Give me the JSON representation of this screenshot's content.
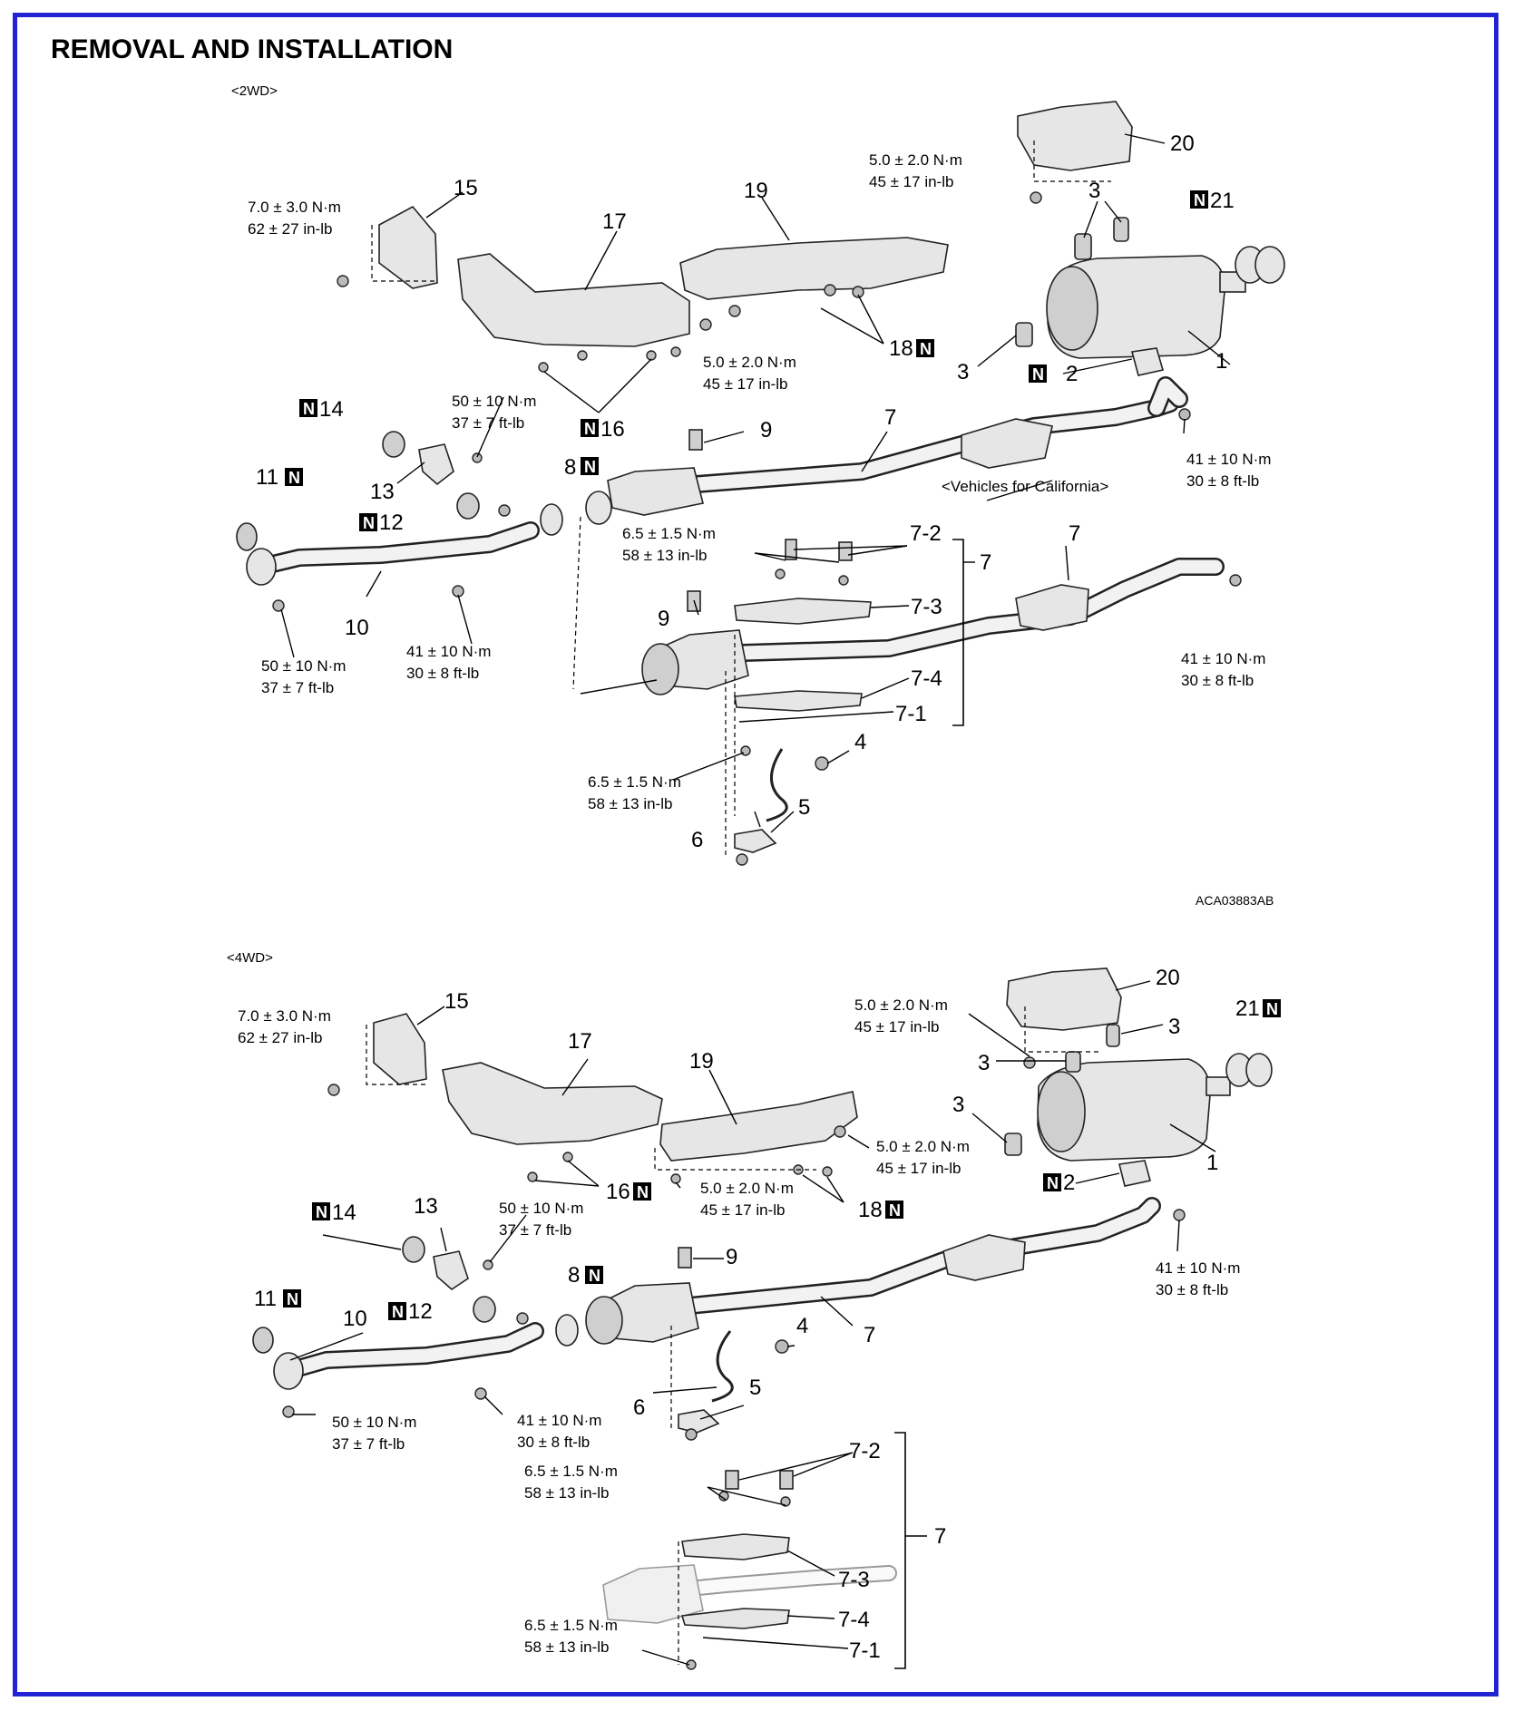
{
  "page": {
    "title": "REMOVAL AND INSTALLATION",
    "border_color": "#2323d6",
    "n_marker": "N"
  },
  "sections": {
    "twowd": {
      "label": "<2WD>",
      "figure_code": "ACA03883AB",
      "california_note": "<Vehicles for California>",
      "callouts": {
        "c1": "1",
        "c2": "2",
        "c3a": "3",
        "c3b": "3",
        "c4": "4",
        "c5": "5",
        "c6": "6",
        "c7a": "7",
        "c7b": "7",
        "c7c": "7",
        "c7_1": "7-1",
        "c7_2": "7-2",
        "c7_3": "7-3",
        "c7_4": "7-4",
        "c8": "8",
        "c9a": "9",
        "c9b": "9",
        "c10": "10",
        "c11": "11",
        "c12": "12",
        "c13": "13",
        "c14": "14",
        "c15": "15",
        "c16": "16",
        "c17": "17",
        "c18": "18",
        "c19": "19",
        "c20": "20",
        "c21": "21"
      },
      "torques": {
        "t15": [
          "7.0 ± 3.0 N·m",
          "62 ± 27 in-lb"
        ],
        "t20": [
          "5.0 ± 2.0 N·m",
          "45 ± 17 in-lb"
        ],
        "t17": [
          "5.0 ± 2.0 N·m",
          "45 ± 17 in-lb"
        ],
        "t13": [
          "50 ± 10 N·m",
          "37 ± 7 ft-lb"
        ],
        "t2": [
          "41 ± 10 N·m",
          "30 ± 8 ft-lb"
        ],
        "t72": [
          "6.5 ± 1.5 N·m",
          "58 ± 13 in-lb"
        ],
        "t10a": [
          "50 ± 10 N·m",
          "37 ± 7 ft-lb"
        ],
        "t10b": [
          "41 ± 10 N·m",
          "30 ± 8 ft-lb"
        ],
        "tcal": [
          "41 ± 10 N·m",
          "30 ± 8 ft-lb"
        ],
        "t6": [
          "6.5 ± 1.5 N·m",
          "58 ± 13 in-lb"
        ]
      }
    },
    "fourwd": {
      "label": "<4WD>",
      "callouts": {
        "c1": "1",
        "c2": "2",
        "c3a": "3",
        "c3b": "3",
        "c3c": "3",
        "c4": "4",
        "c5": "5",
        "c6": "6",
        "c7a": "7",
        "c7b": "7",
        "c7_1": "7-1",
        "c7_2": "7-2",
        "c7_3": "7-3",
        "c7_4": "7-4",
        "c8": "8",
        "c9": "9",
        "c10": "10",
        "c11": "11",
        "c12": "12",
        "c13": "13",
        "c14": "14",
        "c15": "15",
        "c16": "16",
        "c17": "17",
        "c18": "18",
        "c19": "19",
        "c20": "20",
        "c21": "21"
      },
      "torques": {
        "t15": [
          "7.0 ± 3.0 N·m",
          "62 ± 27 in-lb"
        ],
        "t20": [
          "5.0 ± 2.0 N·m",
          "45 ± 17 in-lb"
        ],
        "t19": [
          "5.0 ± 2.0 N·m",
          "45 ± 17 in-lb"
        ],
        "t16": [
          "5.0 ± 2.0 N·m",
          "45 ± 17 in-lb"
        ],
        "t13": [
          "50 ± 10 N·m",
          "37 ± 7 ft-lb"
        ],
        "t2": [
          "41 ± 10 N·m",
          "30 ± 8 ft-lb"
        ],
        "t10a": [
          "50 ± 10 N·m",
          "37 ± 7 ft-lb"
        ],
        "t10b": [
          "41 ± 10 N·m",
          "30 ± 8 ft-lb"
        ],
        "t72": [
          "6.5 ± 1.5 N·m",
          "58 ± 13 in-lb"
        ],
        "t71": [
          "6.5 ± 1.5 N·m",
          "58 ± 13 in-lb"
        ]
      }
    }
  }
}
